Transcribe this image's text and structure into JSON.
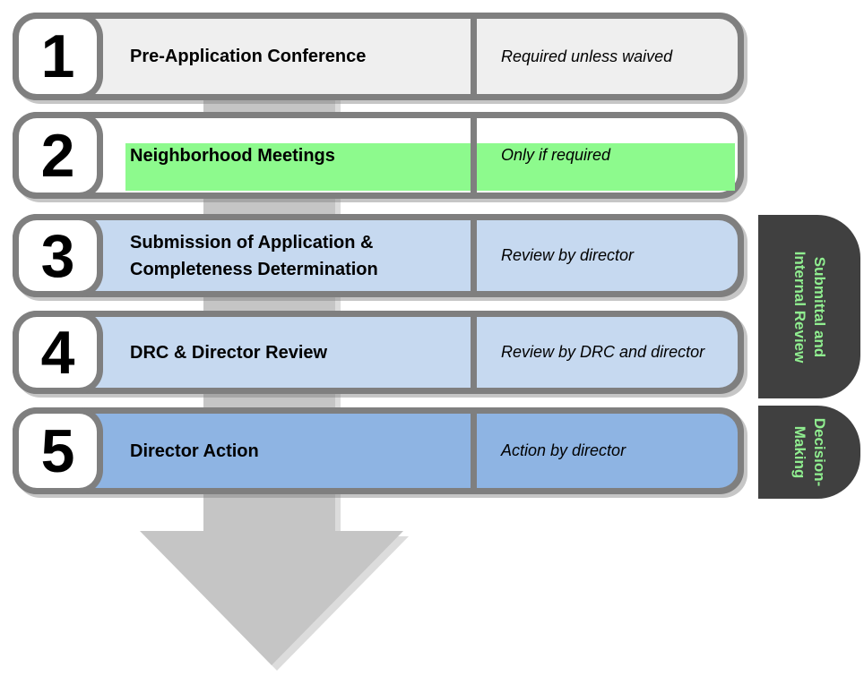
{
  "rows": [
    {
      "number": "1",
      "title": "Pre-Application Conference",
      "note": "Required unless waived"
    },
    {
      "number": "2",
      "title": "Neighborhood Meetings",
      "note": "Only if required",
      "highlighted": true
    },
    {
      "number": "3",
      "title": "Submission of Application & Completeness Determination",
      "note": "Review by director"
    },
    {
      "number": "4",
      "title": "DRC & Director Review",
      "note": "Review by DRC and director"
    },
    {
      "number": "5",
      "title": "Director Action",
      "note": "Action by director"
    }
  ],
  "side_labels": [
    {
      "lines": [
        "Submittal and",
        "Internal Review"
      ]
    },
    {
      "lines": [
        "Decision-",
        "Making"
      ]
    }
  ],
  "colors": {
    "border-gray": "#7f7f7f",
    "row1-bg": "#efefef",
    "row2-bg": "#ffffff",
    "row34-bg": "#c6d9f0",
    "row5-bg": "#8eb4e3",
    "highlight-green": "#8dfa8d",
    "label-bg": "#404040",
    "label-text": "#90ee90",
    "arrow-gray": "#c5c5c5",
    "arrow-light": "#dcdcdc"
  }
}
